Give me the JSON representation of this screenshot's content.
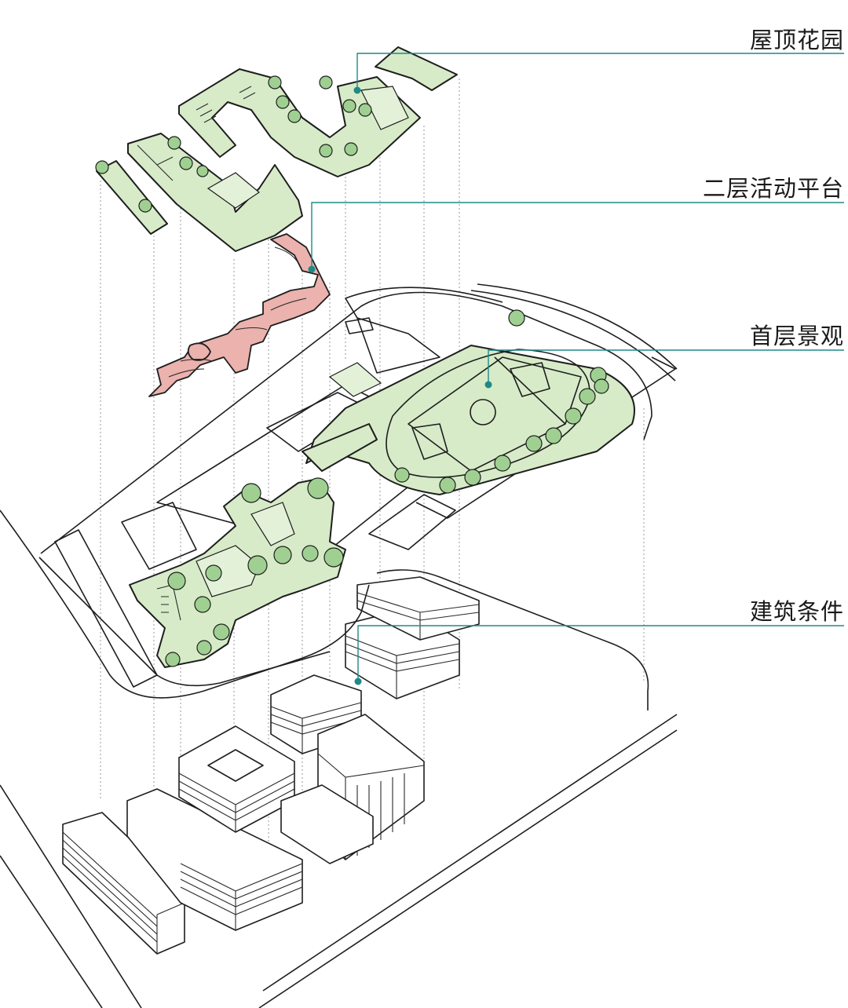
{
  "layers": [
    {
      "id": "roof-garden",
      "label": "屋顶花园"
    },
    {
      "id": "second-floor-platform",
      "label": "二层活动平台"
    },
    {
      "id": "ground-landscape",
      "label": "首层景观"
    },
    {
      "id": "building-conditions",
      "label": "建筑条件"
    }
  ],
  "colors": {
    "accent": "#1f8a85",
    "green_fill": "#d7ebc8",
    "tree_fill": "#9fd091",
    "pink_fill": "#ebb2ae",
    "line": "#1e1e1e"
  }
}
